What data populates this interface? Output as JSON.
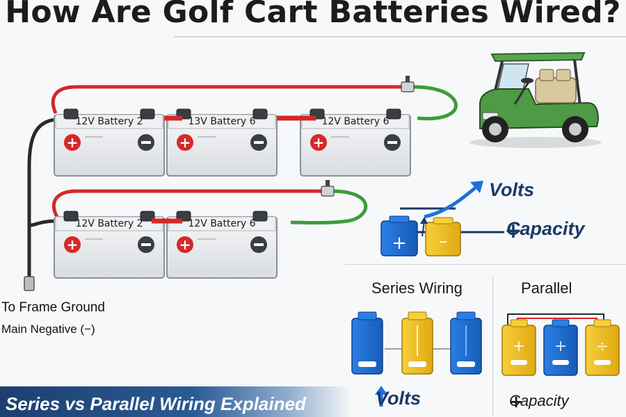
{
  "title": "How Are Golf Cart Batteries Wired?",
  "ground": {
    "line1": "To Frame Ground",
    "line2": "Main Negative (−)"
  },
  "footer": "Series vs Parallel Wiring Explained",
  "top_row": [
    {
      "label": "12V Battery 2"
    },
    {
      "label": "13V Battery 6"
    },
    {
      "label": "12V Battery 6"
    }
  ],
  "bottom_row": [
    {
      "label": "12V Battery 2"
    },
    {
      "label": "12V Battery 6"
    }
  ],
  "legend_top": {
    "volts": "Volts",
    "capacity": "Capacity"
  },
  "series_panel": {
    "heading": "Series Wiring",
    "result": "Volts"
  },
  "parallel_panel": {
    "heading": "Parallel",
    "result": "Capacity"
  },
  "colors": {
    "positive_cable": "#d62828",
    "negative_cable": "#3f9b3a",
    "ground_cable": "#2a2a2a",
    "battery_body": "#e6e8eb",
    "accent_blue": "#1e6fd9",
    "accent_yellow": "#f3c21b",
    "cart_green": "#4e9a45"
  }
}
